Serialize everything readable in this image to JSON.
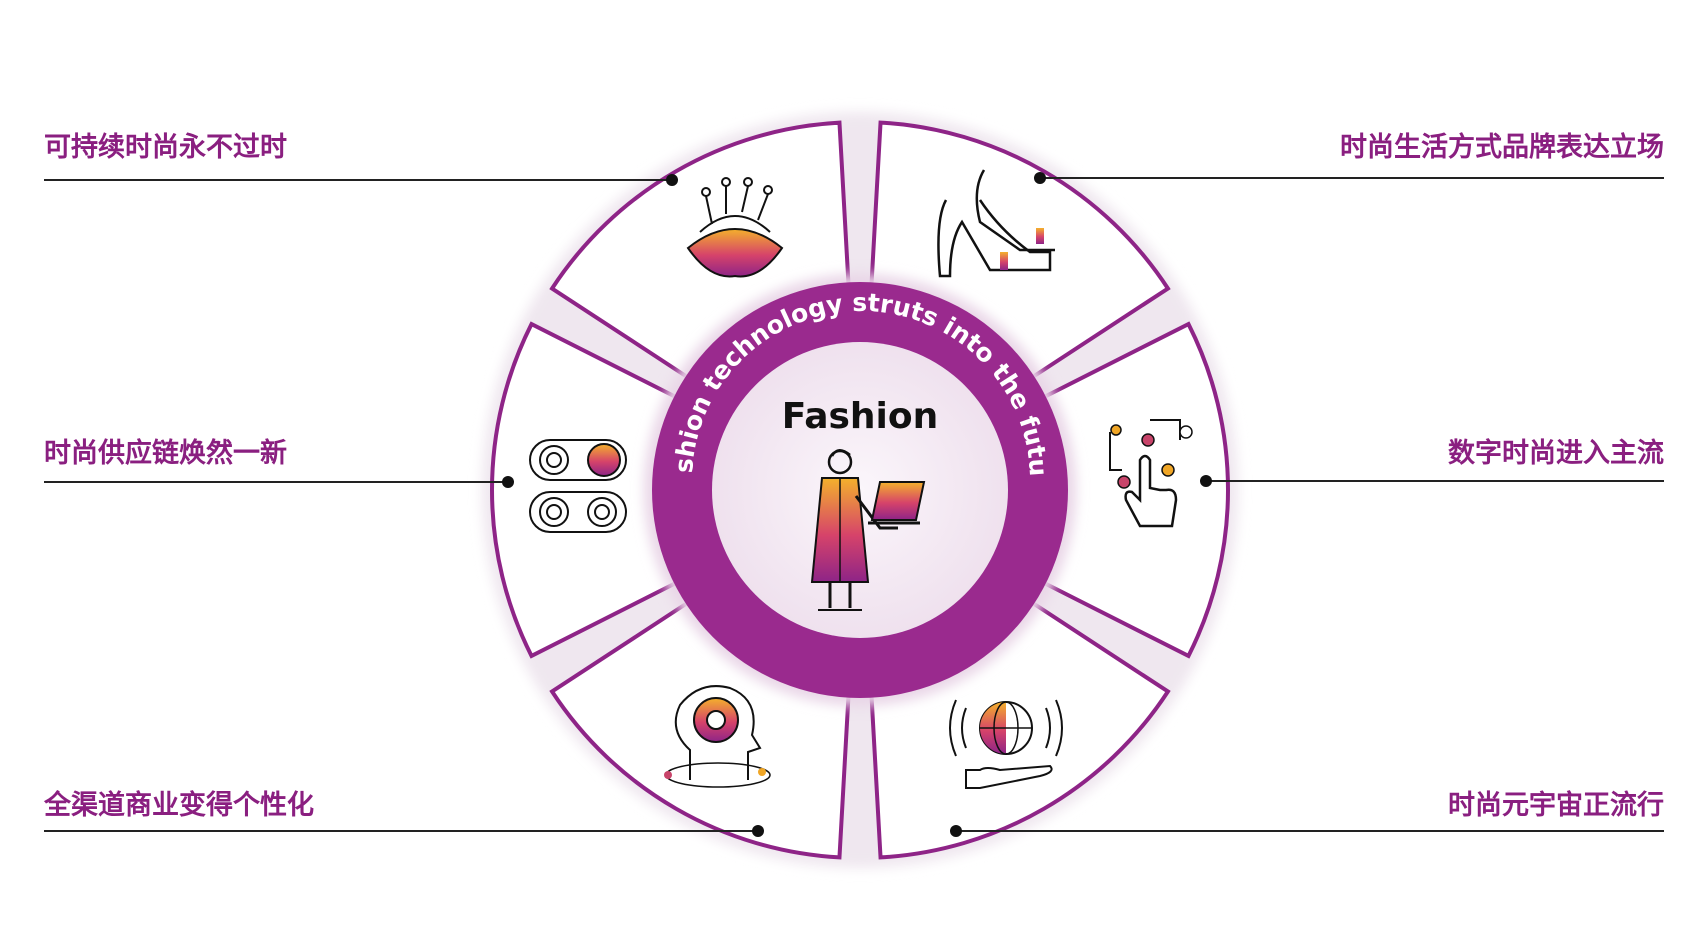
{
  "diagram": {
    "center_title": "Fashion",
    "ring_text": "Fashion technology struts into the future",
    "labels": {
      "top_left": "可持续时尚永不过时",
      "middle_left": "时尚供应链焕然一新",
      "bottom_left": "全渠道商业变得个性化",
      "top_right": "时尚生活方式品牌表达立场",
      "middle_right": "数字时尚进入主流",
      "bottom_right": "时尚元宇宙正流行"
    },
    "colors": {
      "accent": "#8e2487",
      "ring": "#9a2a8e",
      "label": "#8a1f80",
      "line": "#222222",
      "orange": "#f0a626",
      "rose": "#c8446a",
      "inner_fill": "#f6eef5"
    },
    "icons": {
      "top_left": "plant-circuit-icon",
      "middle_left": "toggle-switches-icon",
      "bottom_left": "gear-head-icon",
      "top_right": "high-heels-icon",
      "middle_right": "digital-touch-icon",
      "bottom_right": "globe-hand-icon",
      "center": "woman-laptop-icon"
    }
  }
}
